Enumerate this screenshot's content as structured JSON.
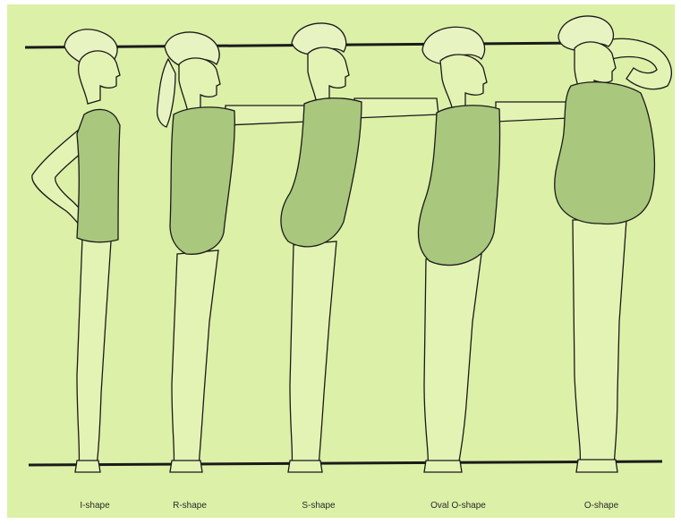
{
  "figures": [
    {
      "id": "i-shape",
      "label": "I-shape"
    },
    {
      "id": "r-shape",
      "label": "R-shape"
    },
    {
      "id": "s-shape",
      "label": "S-shape"
    },
    {
      "id": "oval-o-shape",
      "label": "Oval O-shape"
    },
    {
      "id": "o-shape",
      "label": "O-shape"
    }
  ],
  "colors": {
    "background": "#dcf0a8",
    "suit": "#a9c77d",
    "line": "#1a1a1a",
    "skin": "#e3f3b4"
  }
}
